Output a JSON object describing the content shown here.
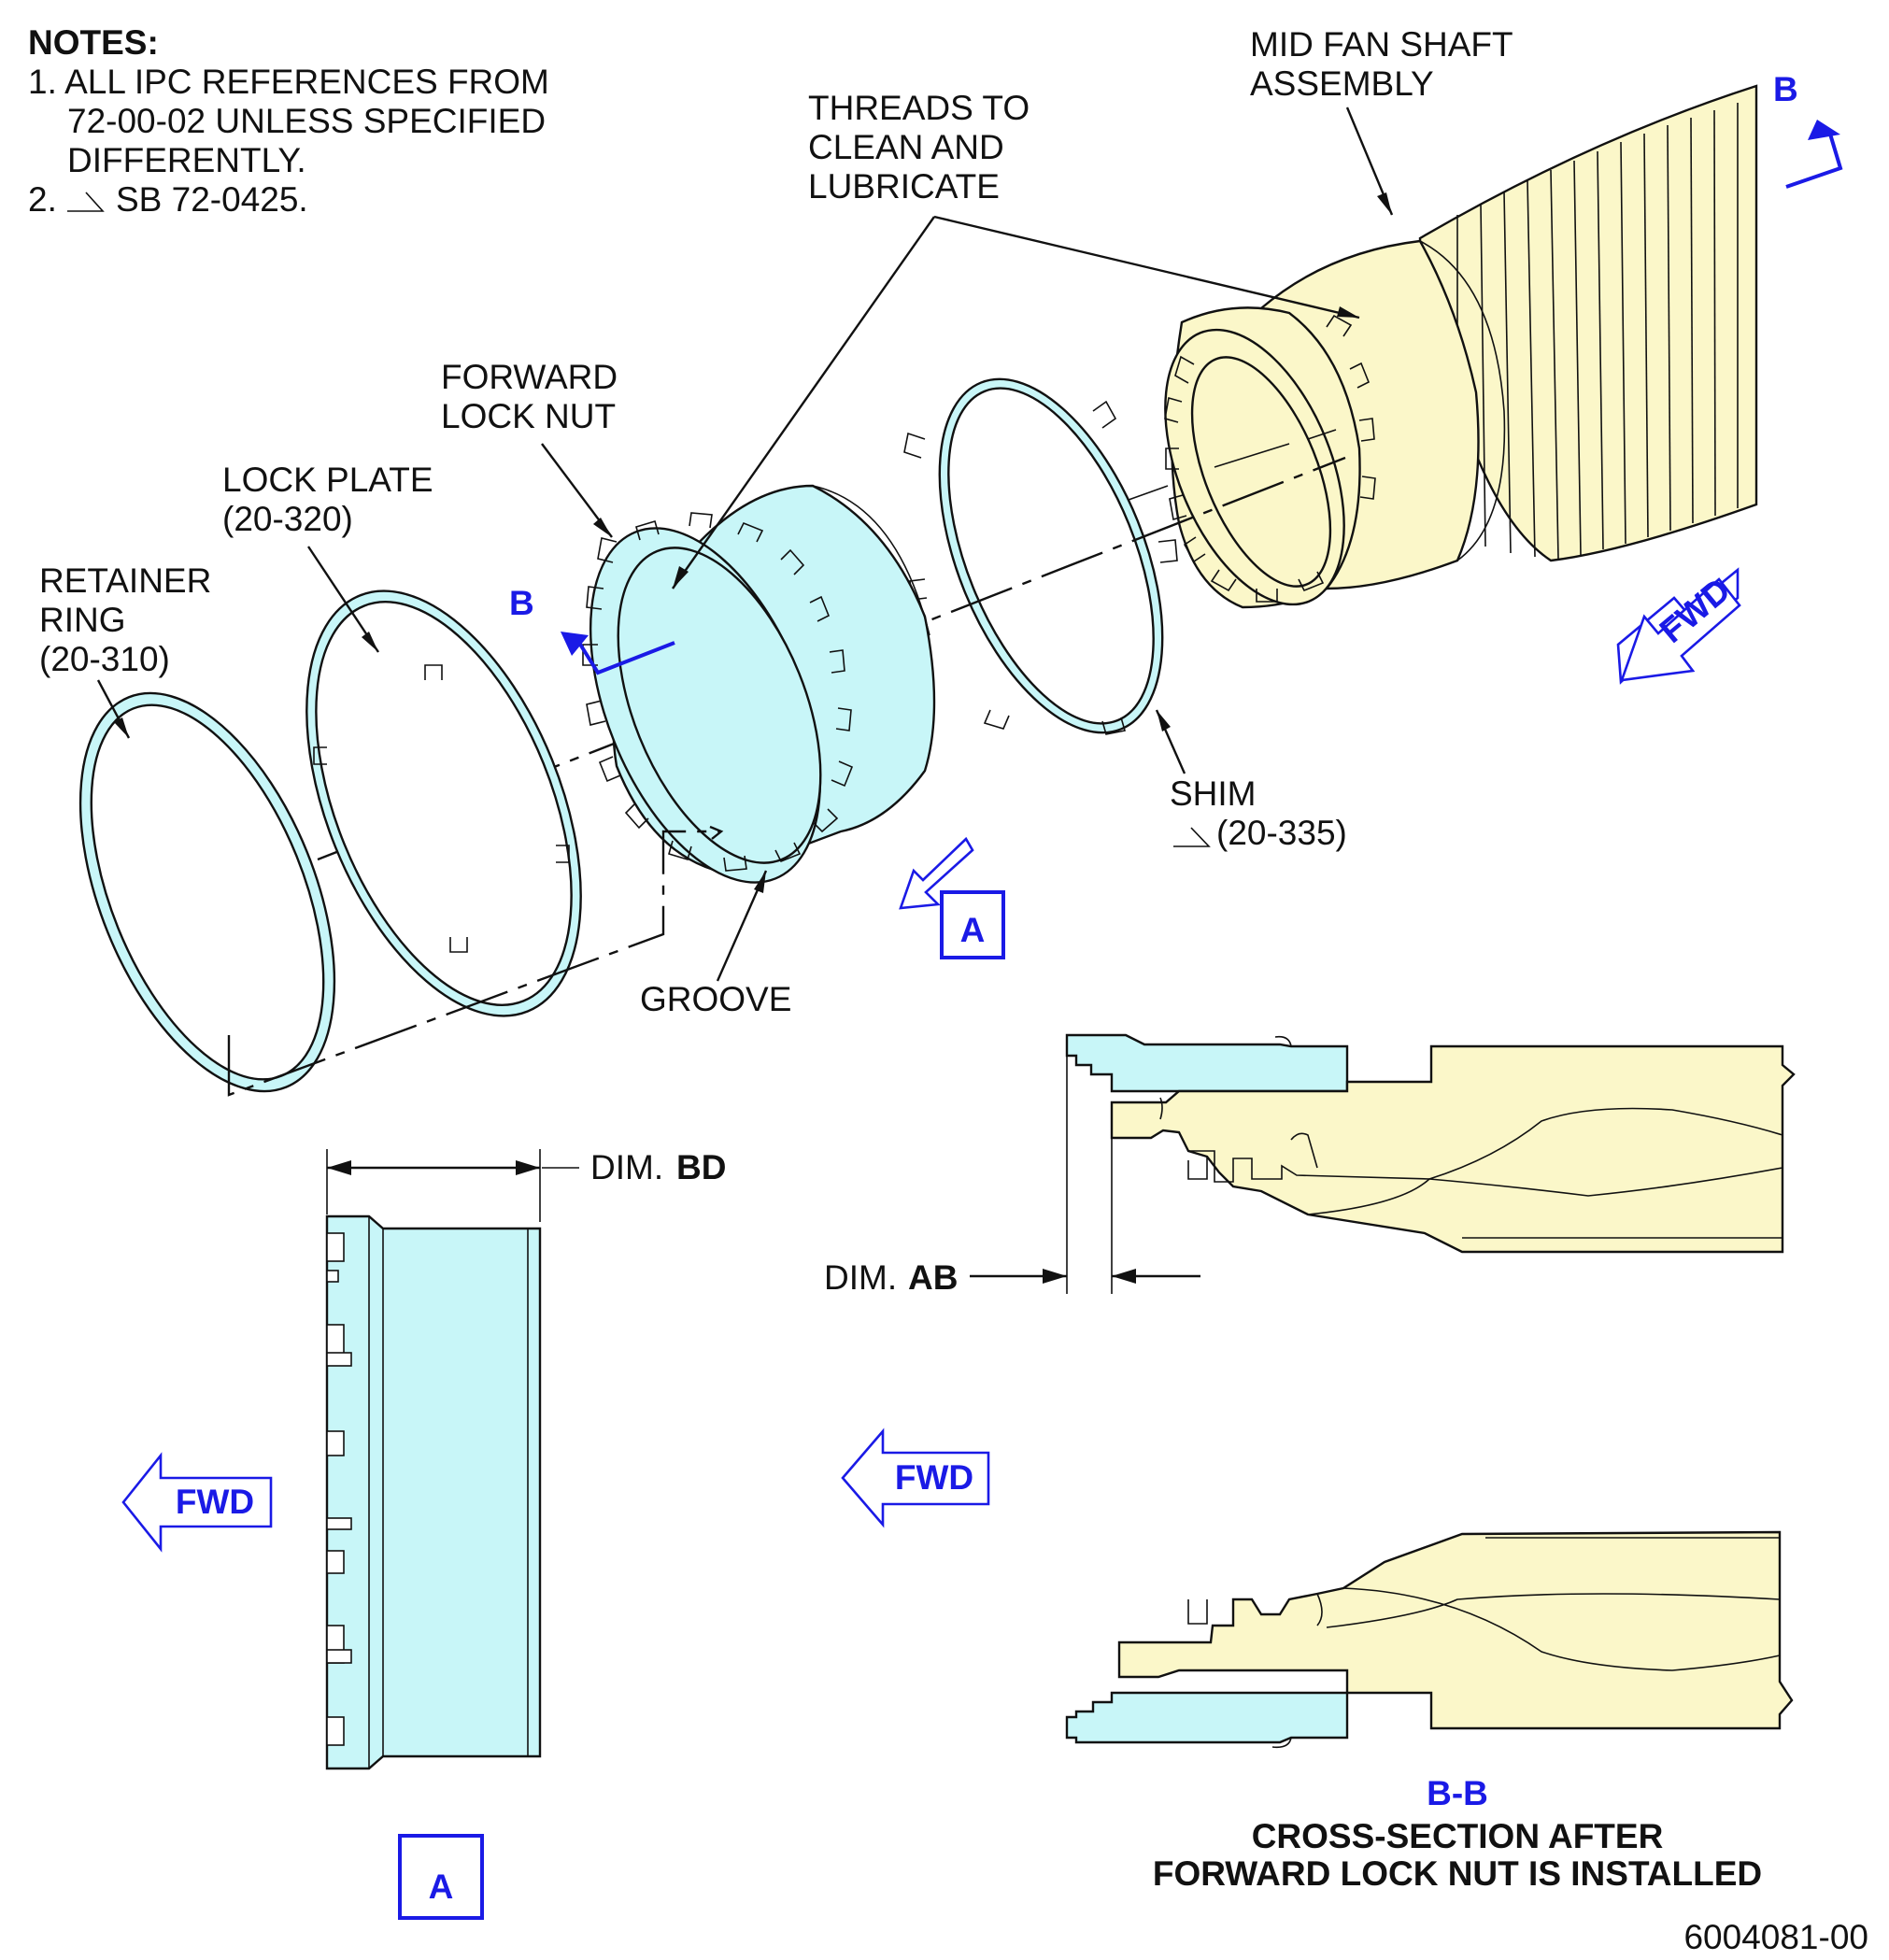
{
  "notes": {
    "heading": "NOTES:",
    "line1": "1. ALL IPC REFERENCES FROM",
    "line1b": "72-00-02 UNLESS SPECIFIED",
    "line1c": "DIFFERENTLY.",
    "line2": "2.",
    "line2b": "SB 72-0425."
  },
  "labels": {
    "mid_fan_shaft_1": "MID FAN SHAFT",
    "mid_fan_shaft_2": "ASSEMBLY",
    "threads_1": "THREADS TO",
    "threads_2": "CLEAN AND",
    "threads_3": "LUBRICATE",
    "fwd_lock_nut_1": "FORWARD",
    "fwd_lock_nut_2": "LOCK NUT",
    "lock_plate_1": "LOCK PLATE",
    "lock_plate_2": "(20-320)",
    "retainer_1": "RETAINER",
    "retainer_2": "RING",
    "retainer_3": "(20-310)",
    "shim_1": "SHIM",
    "shim_2": "(20-335)",
    "groove": "GROOVE",
    "dim_bd_prefix": "DIM.",
    "dim_bd": "BD",
    "dim_ab_prefix": "DIM.",
    "dim_ab": "AB"
  },
  "markers": {
    "section_b": "B",
    "view_a": "A",
    "fwd": "FWD",
    "section_title": "B-B",
    "caption_1": "CROSS-SECTION AFTER",
    "caption_2": "FORWARD LOCK NUT IS INSTALLED"
  },
  "figure_id": "6004081-00",
  "colors": {
    "part_cyan": "#c8f6f8",
    "part_yellow": "#fbf7c9",
    "marker_blue": "#1a1ae6",
    "line": "#111111"
  }
}
